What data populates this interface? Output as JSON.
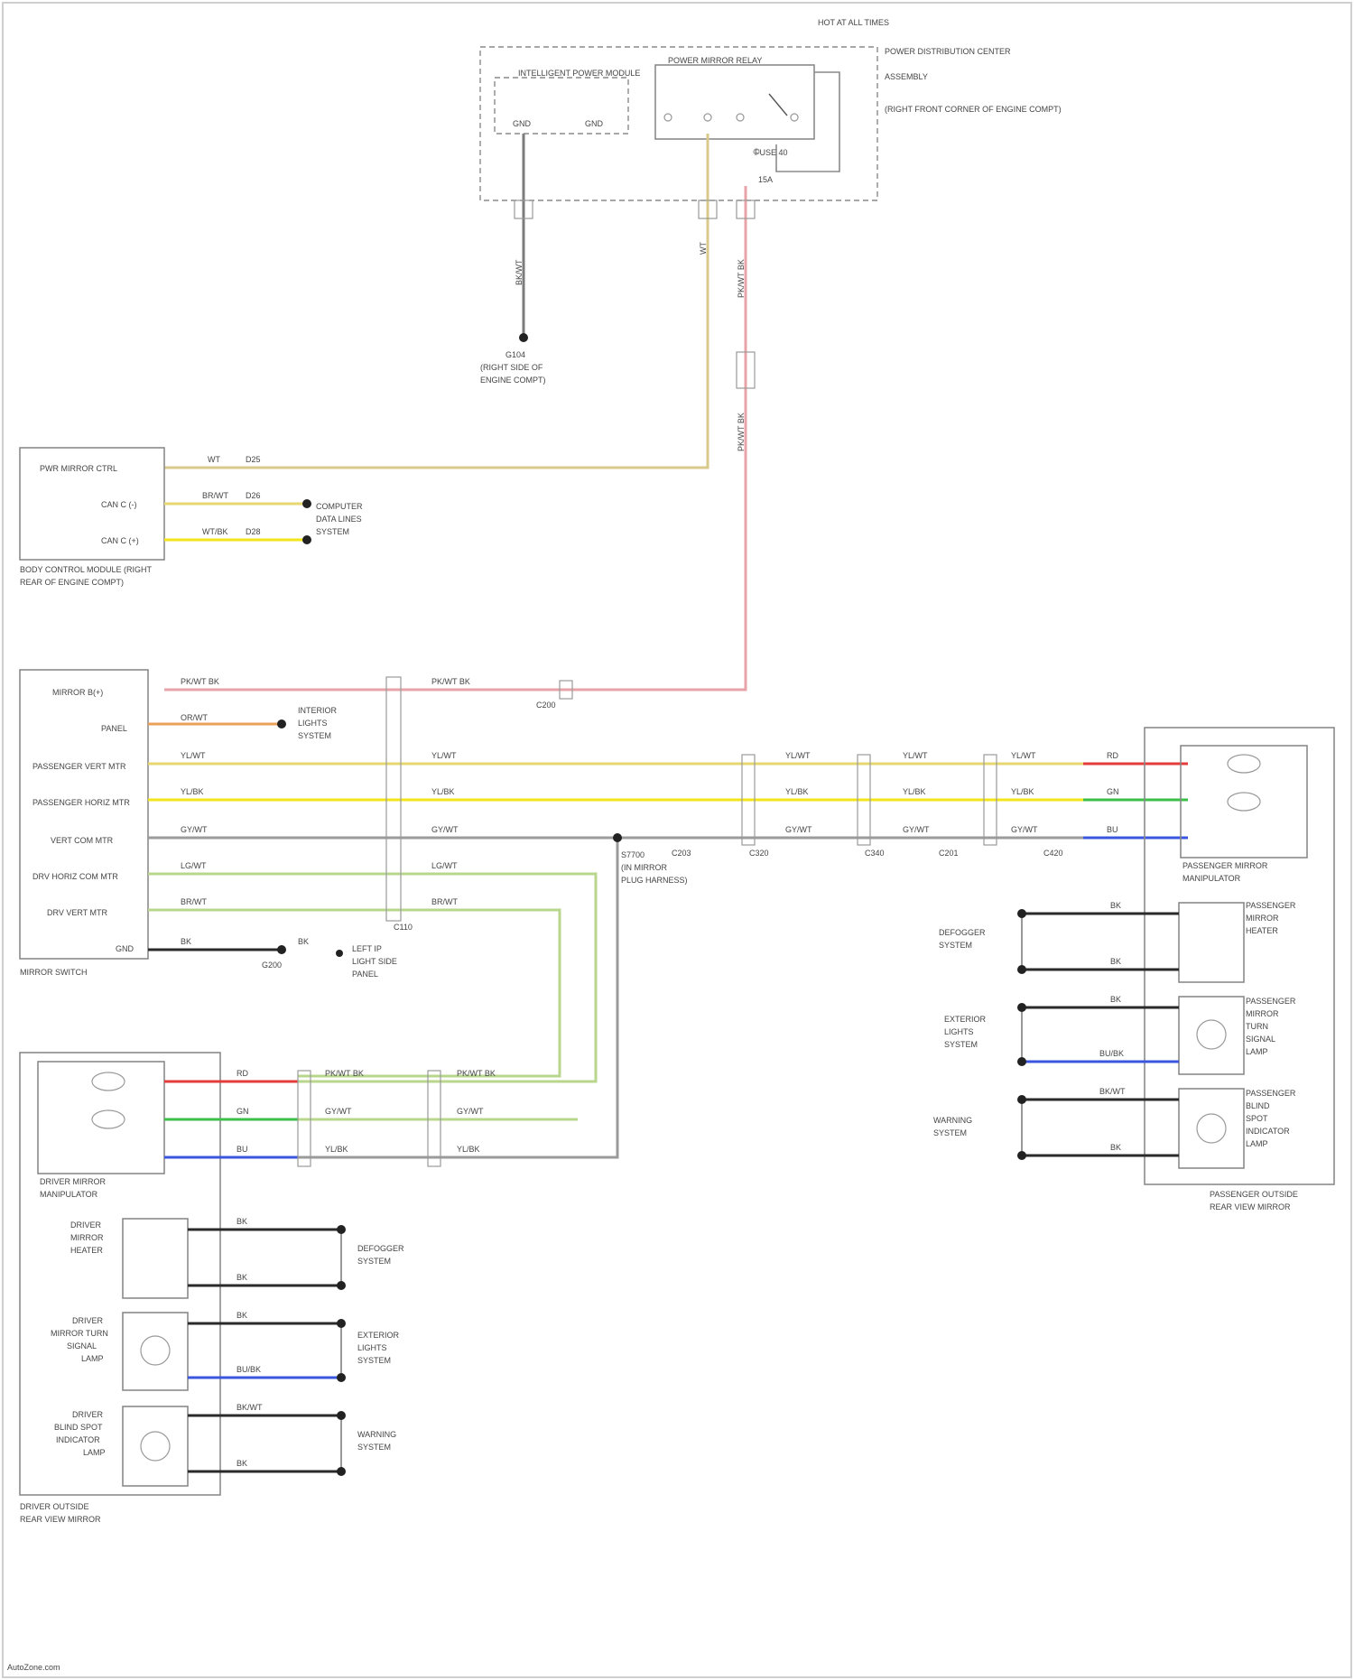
{
  "fuse": {
    "title": "HOT AT ALL TIMES",
    "power_box_1": "POWER DISTRIBUTION CENTER",
    "power_box_2": "ASSEMBLY",
    "power_box_3": "(RIGHT FRONT CORNER OF ENGINE COMPT)",
    "ipm_label": "INTELLIGENT POWER MODULE",
    "relay_label": "POWER MIRROR RELAY",
    "fuse_label": "FUSE 40",
    "fuse_amp": "15A",
    "pin_a": "GND",
    "pin_b": "GND"
  },
  "ground": {
    "label_1": "G104",
    "label_2": "(RIGHT SIDE OF",
    "label_3": "ENGINE COMPT)"
  },
  "top_wires": {
    "w1": "BK/WT",
    "w2": "WT",
    "w3": "PK/WT BK",
    "w4": "PK/WT BK"
  },
  "body_control": {
    "title_1": "BODY CONTROL MODULE (RIGHT",
    "title_2": "REAR OF ENGINE COMPT)",
    "pins": [
      "PWR MIRROR CTRL",
      "CAN C (-)",
      "CAN C (+)"
    ],
    "wires_1": [
      "WT",
      "BR/WT",
      "WT/BK"
    ],
    "wires_2": [
      "D25",
      "D26",
      "D28"
    ],
    "dest": [
      "COMPUTER",
      "DATA LINES",
      "SYSTEM"
    ]
  },
  "mirror_switch": {
    "title": "MIRROR SWITCH",
    "pins": [
      "MIRROR B(+)",
      "PANEL",
      "PASSENGER VERT MTR",
      "PASSENGER HORIZ MTR",
      "VERT COM MTR",
      "DRV HORIZ COM MTR",
      "DRV VERT MTR",
      "GND"
    ],
    "wires_left": [
      "PK/WT BK",
      "OR/WT",
      "YL/WT",
      "YL/BK",
      "GY/WT",
      "LG/WT",
      "BR/WT",
      "BK"
    ],
    "panel_dest": [
      "INTERIOR",
      "LIGHTS",
      "SYSTEM"
    ],
    "gnd_label": "G200",
    "gnd_dest": [
      "LEFT IP",
      "LIGHT SIDE",
      "PANEL"
    ],
    "mid_wires": [
      "PK/WT BK",
      "YL/WT",
      "YL/BK",
      "GY/WT",
      "LG/WT",
      "BR/WT"
    ],
    "gnd_wire": "BK"
  },
  "splice": {
    "label_1": "S7700",
    "label_2": "(IN MIRROR",
    "label_3": "PLUG HARNESS)"
  },
  "connectors": [
    "C110",
    "C320",
    "C340",
    "C420",
    "C200",
    "C201",
    "C203"
  ],
  "right_chain": {
    "wires_a": [
      "YL/WT",
      "YL/BK",
      "GY/WT"
    ],
    "wires_b": [
      "YL/WT",
      "YL/BK",
      "GY/WT"
    ],
    "wires_c": [
      "YL/WT",
      "YL/BK",
      "GY/WT"
    ],
    "colors": [
      "RD",
      "GN",
      "BU"
    ]
  },
  "passenger_mirror": {
    "motor_title_1": "PASSENGER MIRROR",
    "motor_title_2": "MANIPULATOR",
    "heater": [
      "PASSENGER",
      "MIRROR",
      "HEATER"
    ],
    "signal": [
      "PASSENGER",
      "MIRROR",
      "TURN",
      "SIGNAL",
      "LAMP"
    ],
    "blind": [
      "PASSENGER",
      "BLIND",
      "SPOT",
      "INDICATOR",
      "LAMP"
    ],
    "heater_wires": [
      "BK",
      "BK"
    ],
    "signal_wires": [
      "BK",
      "BU/BK"
    ],
    "blind_wires": [
      "BK/WT",
      "BK"
    ],
    "heater_sys": [
      "DEFOGGER",
      "SYSTEM"
    ],
    "signal_sys": [
      "EXTERIOR",
      "LIGHTS",
      "SYSTEM"
    ],
    "blind_sys": [
      "WARNING",
      "SYSTEM"
    ],
    "assy_1": "PASSENGER OUTSIDE",
    "assy_2": "REAR VIEW MIRROR"
  },
  "driver_mirror": {
    "motor_title_1": "DRIVER MIRROR",
    "motor_title_2": "MANIPULATOR",
    "motor_wires": [
      "RD",
      "GN",
      "BU"
    ],
    "chain_wires_1": [
      "PK/WT BK",
      "GY/WT",
      "YL/BK"
    ],
    "chain_wires_2": [
      "PK/WT BK",
      "GY/WT",
      "YL/BK"
    ],
    "heater": [
      "DRIVER",
      "MIRROR",
      "HEATER"
    ],
    "signal": [
      "DRIVER",
      "MIRROR TURN",
      "SIGNAL",
      "LAMP"
    ],
    "blind": [
      "DRIVER",
      "BLIND SPOT",
      "INDICATOR",
      "LAMP"
    ],
    "heater_wires": [
      "BK",
      "BK"
    ],
    "signal_wires": [
      "BK",
      "BU/BK"
    ],
    "blind_wires": [
      "BK/WT",
      "BK"
    ],
    "heater_sys": [
      "DEFOGGER",
      "SYSTEM"
    ],
    "signal_sys": [
      "EXTERIOR",
      "LIGHTS",
      "SYSTEM"
    ],
    "blind_sys": [
      "WARNING",
      "SYSTEM"
    ],
    "assy_1": "DRIVER OUTSIDE",
    "assy_2": "REAR VIEW MIRROR"
  },
  "footer": "AutoZone.com",
  "colors": {
    "tan": "#d9c98a",
    "pink": "#e8a3a8",
    "orange": "#e9a15a",
    "yellow": "#f2e51a",
    "lightyellow": "#e6d770",
    "gray": "#9b9b9b",
    "lightgreen": "#b8d68c",
    "red": "#e43b3b",
    "green": "#3cbf49",
    "blue": "#3a55e0",
    "black": "#2a2a2a"
  }
}
